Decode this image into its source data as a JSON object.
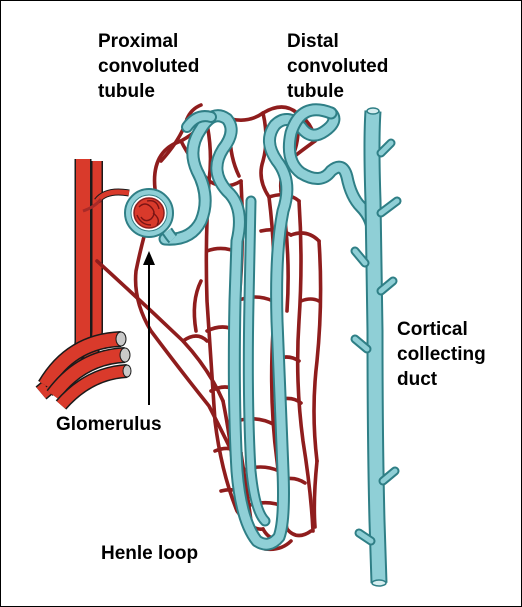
{
  "labels": {
    "proximal": [
      "Proximal",
      "convoluted",
      "tubule"
    ],
    "distal": [
      "Distal",
      "convoluted",
      "tubule"
    ],
    "collecting": [
      "Cortical",
      "collecting",
      "duct"
    ],
    "glomerulus": "Glomerulus",
    "henle": "Henle loop"
  },
  "colors": {
    "vessel": "#d93a2b",
    "vessel_dark": "#8f1d1d",
    "capillary": "#a82a28",
    "tubule": "#8fcfd6",
    "tubule_outline": "#2f7f86",
    "outline": "#000000"
  }
}
